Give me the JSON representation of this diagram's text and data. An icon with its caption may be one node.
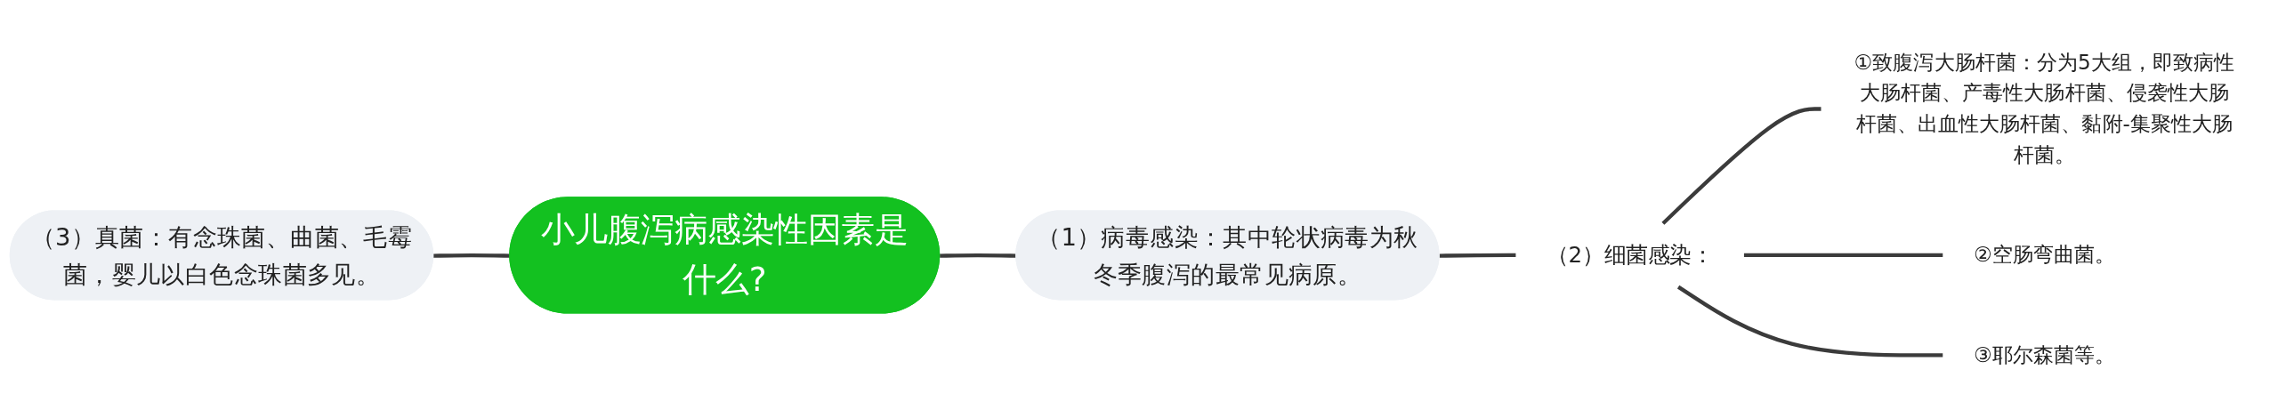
{
  "diagram": {
    "nodes": [
      {
        "text": [
          "小儿腹泻病感染性因素是什么?"
        ]
      },
      {
        "text": [
          "（3）真菌：有念珠菌、曲菌、毛霉菌，婴儿以白色念珠菌多见。"
        ]
      },
      {
        "text": [
          "（1）病毒感染：其中轮状病毒为秋冬季腹泻的最常见病原。"
        ]
      },
      {
        "text": [
          "（2）细菌感染："
        ]
      },
      {
        "text": [
          "①致腹泻大肠杆菌：分为5大组，即致病性大肠杆菌、产毒性大肠杆菌、侵袭性大肠杆菌、出血性大肠杆菌、黏附-集聚性大肠杆菌。"
        ]
      },
      {
        "text": [
          "②空肠弯曲菌。"
        ]
      },
      {
        "text": [
          "③耶尔森菌等。"
        ]
      }
    ],
    "edges": [
      {
        "from": 1,
        "to": 0,
        "arrow": "none"
      },
      {
        "from": 0,
        "to": 2,
        "arrow": "none"
      },
      {
        "from": 2,
        "to": 3,
        "arrow": "none"
      },
      {
        "from": 3,
        "to": 4,
        "arrow": "none"
      },
      {
        "from": 3,
        "to": 5,
        "arrow": "none"
      },
      {
        "from": 3,
        "to": 6,
        "arrow": "none"
      }
    ]
  }
}
